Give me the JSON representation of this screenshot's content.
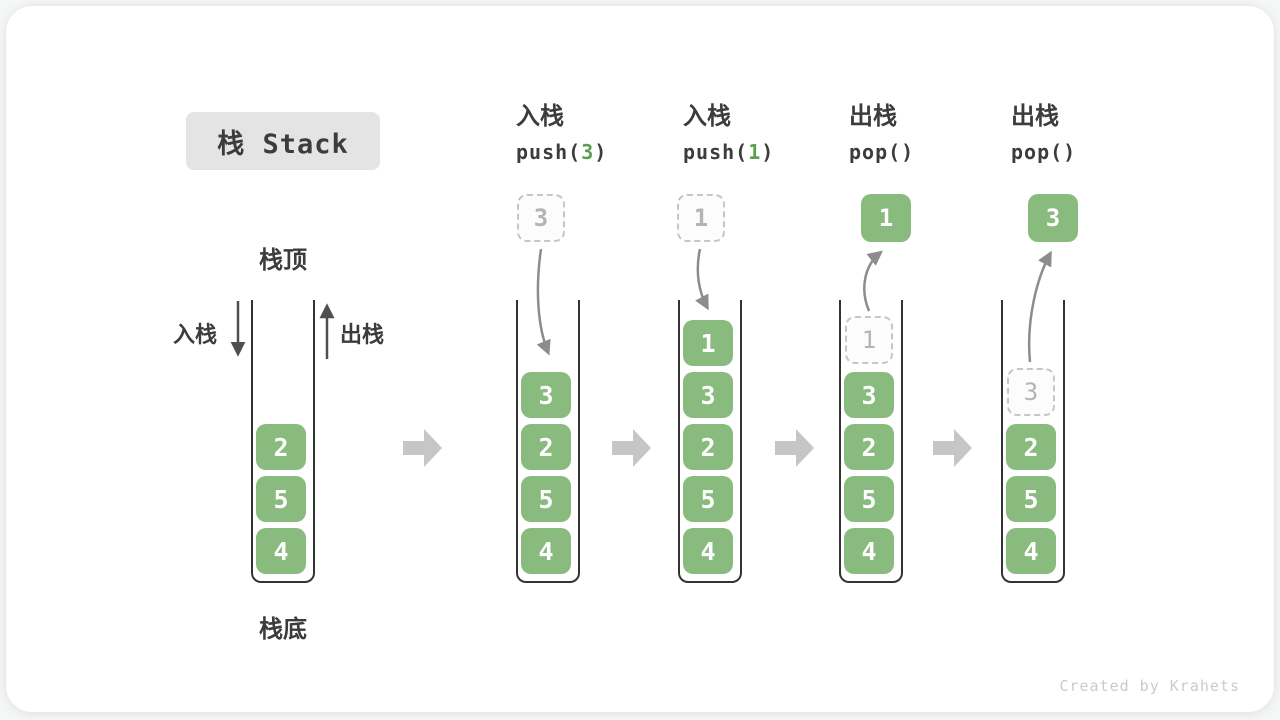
{
  "title": "栈 Stack",
  "labels": {
    "stack_top": "栈顶",
    "stack_bottom": "栈底",
    "push_side": "入栈",
    "pop_side": "出栈"
  },
  "watermark": "Created by Krahets",
  "columns": [
    {
      "name": "initial",
      "boxes": [
        "2",
        "5",
        "4"
      ]
    },
    {
      "name": "after-push-3",
      "header": {
        "line1": "入栈",
        "code_pre": "push(",
        "code_arg": "3",
        "code_post": ")"
      },
      "floating": {
        "style": "dashed",
        "value": "3"
      },
      "boxes": [
        "3",
        "2",
        "5",
        "4"
      ]
    },
    {
      "name": "after-push-1",
      "header": {
        "line1": "入栈",
        "code_pre": "push(",
        "code_arg": "1",
        "code_post": ")"
      },
      "floating": {
        "style": "dashed",
        "value": "1"
      },
      "boxes": [
        "1",
        "3",
        "2",
        "5",
        "4"
      ]
    },
    {
      "name": "after-pop-1",
      "header": {
        "line1": "出栈",
        "code_pre": "pop(",
        "code_arg": "",
        "code_post": ")"
      },
      "floating": {
        "style": "solid",
        "value": "1"
      },
      "ghost": "1",
      "boxes": [
        "3",
        "2",
        "5",
        "4"
      ]
    },
    {
      "name": "after-pop-3",
      "header": {
        "line1": "出栈",
        "code_pre": "pop(",
        "code_arg": "",
        "code_post": ")"
      },
      "floating": {
        "style": "solid",
        "value": "3"
      },
      "ghost": "3",
      "boxes": [
        "2",
        "5",
        "4"
      ]
    }
  ],
  "colors": {
    "page-bg": "#f5f6f6",
    "card-bg": "#ffffff",
    "green": "#8abb7e",
    "green-arg": "#5a9e4f",
    "text-dark": "#3c3c3c",
    "title-bg": "#e4e4e4",
    "wall": "#333333",
    "block-arrow": "#c6c6c6",
    "curve-arrow": "#8c8c8c",
    "side-arrow": "#4f4f4f",
    "dashed-border": "#c6c6c6",
    "dashed-text": "#b4b4b4",
    "ghost-bg": "#fcfcfc",
    "watermark": "#cbcbcb"
  }
}
